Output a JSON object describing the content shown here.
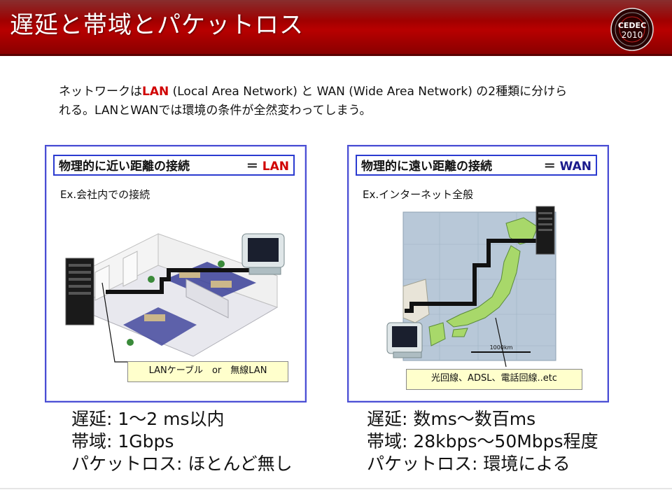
{
  "slide": {
    "title": "遅延と帯域とパケットロス",
    "logo": {
      "name": "CEDEC",
      "year": "2010"
    },
    "intro": {
      "pre": "ネットワークは",
      "lan": "LAN",
      "post": " (Local Area Network) と WAN (Wide Area Network) の2種類に分けられる。LANとWANでは環境の条件が全然変わってしまう。"
    }
  },
  "lan_panel": {
    "heading": "物理的に近い距離の接続",
    "equals": "＝",
    "term": "LAN",
    "example": "Ex.会社内での接続",
    "connection_label": "LANケーブル　or　無線LAN",
    "stats": [
      "遅延: 1〜2 ms以内",
      "帯域: 1Gbps",
      "パケットロス: ほとんど無し"
    ]
  },
  "wan_panel": {
    "heading": "物理的に遠い距離の接続",
    "equals": "＝",
    "term": "WAN",
    "example": "Ex.インターネット全般",
    "connection_label": "光回線、ADSL、電話回線..etc",
    "scale_label": "1000km",
    "stats": [
      "遅延: 数ms〜数百ms",
      "帯域: 28kbps〜50Mbps程度",
      "パケットロス: 環境による"
    ]
  },
  "colors": {
    "header_red": "#b80000",
    "panel_border": "#4a4ed4",
    "accent_red": "#d00000",
    "label_fill": "#ffffcc"
  }
}
